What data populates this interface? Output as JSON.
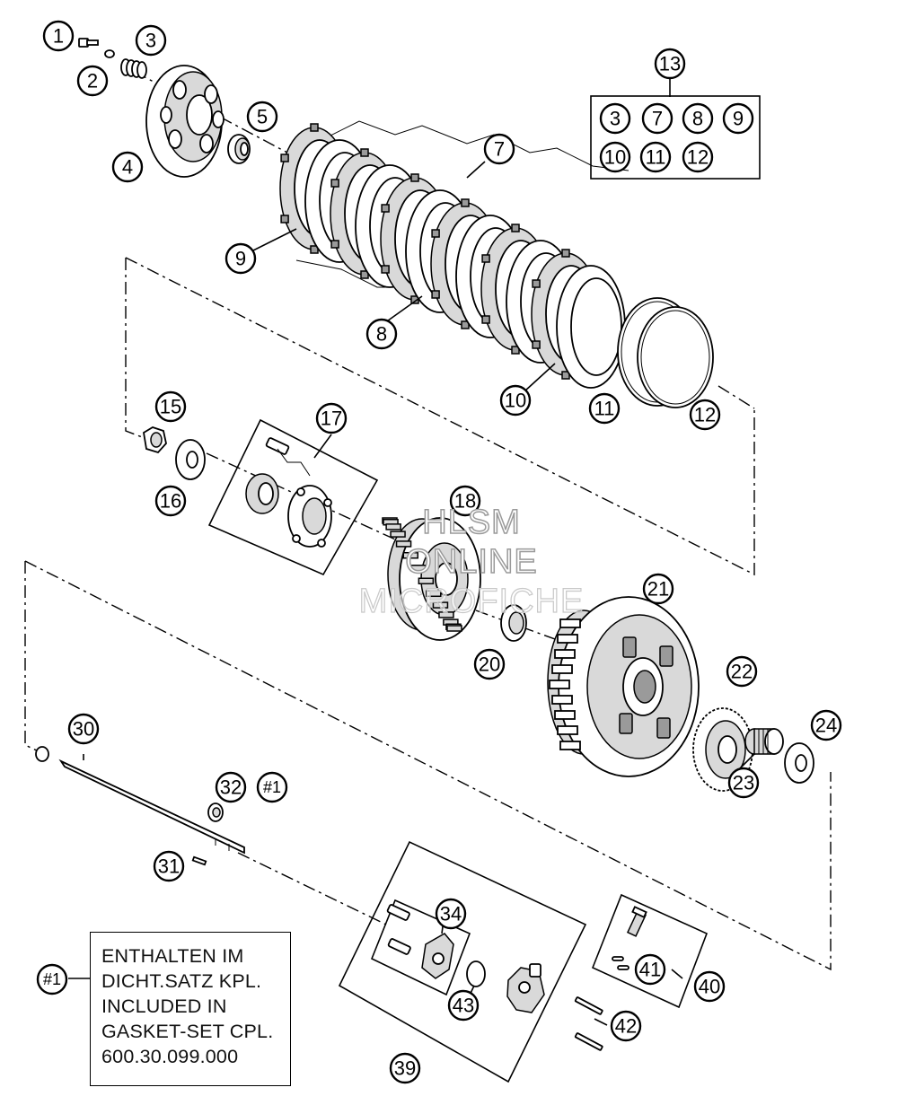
{
  "diagram": {
    "callouts": [
      "1",
      "2",
      "3",
      "4",
      "5",
      "7",
      "9",
      "8",
      "10",
      "11",
      "12",
      "13",
      "15",
      "16",
      "17",
      "18",
      "20",
      "21",
      "22",
      "23",
      "24",
      "30",
      "31",
      "32",
      "34",
      "39",
      "40",
      "41",
      "42",
      "43",
      "#1",
      "#1"
    ],
    "kit_box_numbers": [
      "3",
      "7",
      "8",
      "9",
      "10",
      "11",
      "12"
    ],
    "note_lines": [
      "ENTHALTEN IM",
      "DICHT.SATZ KPL.",
      "INCLUDED IN",
      "GASKET-SET CPL.",
      "600.30.099.000"
    ],
    "watermark_lines": [
      "HLSM",
      "ONLINE",
      "MICROFICHE"
    ]
  }
}
